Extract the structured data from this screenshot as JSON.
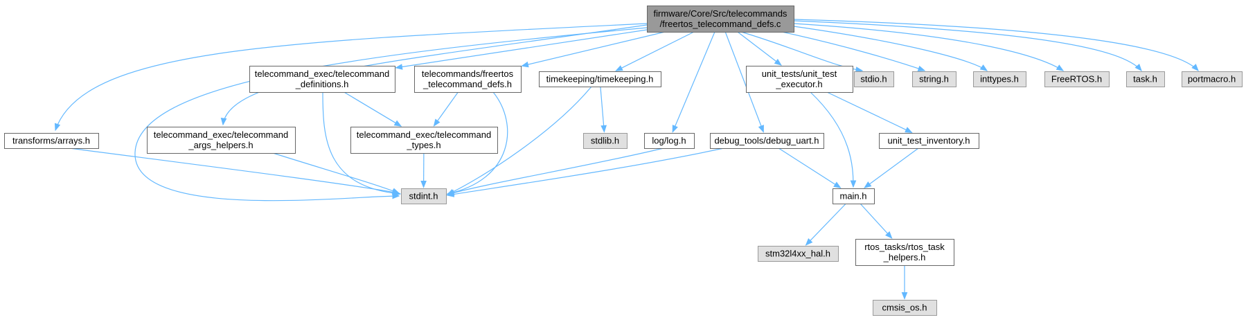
{
  "colors": {
    "root_fill": "#999999",
    "root_border": "#666666",
    "internal_fill": "#ffffff",
    "internal_border": "#666666",
    "external_fill": "#e0e0e0",
    "external_border": "#999999",
    "edge": "#63b8ff"
  },
  "nodes": [
    {
      "id": "root",
      "kind": "root",
      "lines": [
        "firmware/Core/Src/telecommands",
        "/freertos_telecommand_defs.c"
      ]
    },
    {
      "id": "tel_defs",
      "kind": "internal",
      "lines": [
        "telecommand_exec/telecommand",
        "_definitions.h"
      ]
    },
    {
      "id": "fr_tel_defs",
      "kind": "internal",
      "lines": [
        "telecommands/freertos",
        "_telecommand_defs.h"
      ]
    },
    {
      "id": "timekeeping",
      "kind": "internal",
      "lines": [
        "timekeeping/timekeeping.h"
      ]
    },
    {
      "id": "ut_exec",
      "kind": "internal",
      "lines": [
        "unit_tests/unit_test",
        "_executor.h"
      ]
    },
    {
      "id": "stdio",
      "kind": "external",
      "lines": [
        "stdio.h"
      ]
    },
    {
      "id": "string",
      "kind": "external",
      "lines": [
        "string.h"
      ]
    },
    {
      "id": "inttypes",
      "kind": "external",
      "lines": [
        "inttypes.h"
      ]
    },
    {
      "id": "freertos",
      "kind": "external",
      "lines": [
        "FreeRTOS.h"
      ]
    },
    {
      "id": "task",
      "kind": "external",
      "lines": [
        "task.h"
      ]
    },
    {
      "id": "portmacro",
      "kind": "external",
      "lines": [
        "portmacro.h"
      ]
    },
    {
      "id": "arrays",
      "kind": "internal",
      "lines": [
        "transforms/arrays.h"
      ]
    },
    {
      "id": "args_helpers",
      "kind": "internal",
      "lines": [
        "telecommand_exec/telecommand",
        "_args_helpers.h"
      ]
    },
    {
      "id": "tel_types",
      "kind": "internal",
      "lines": [
        "telecommand_exec/telecommand",
        "_types.h"
      ]
    },
    {
      "id": "stdlib",
      "kind": "external",
      "lines": [
        "stdlib.h"
      ]
    },
    {
      "id": "log",
      "kind": "internal",
      "lines": [
        "log/log.h"
      ]
    },
    {
      "id": "debug_uart",
      "kind": "internal",
      "lines": [
        "debug_tools/debug_uart.h"
      ]
    },
    {
      "id": "ut_inventory",
      "kind": "internal",
      "lines": [
        "unit_test_inventory.h"
      ]
    },
    {
      "id": "stdint",
      "kind": "external",
      "lines": [
        "stdint.h"
      ]
    },
    {
      "id": "main",
      "kind": "internal",
      "lines": [
        "main.h"
      ]
    },
    {
      "id": "hal",
      "kind": "external",
      "lines": [
        "stm32l4xx_hal.h"
      ]
    },
    {
      "id": "rtos_helpers",
      "kind": "internal",
      "lines": [
        "rtos_tasks/rtos_task",
        "_helpers.h"
      ]
    },
    {
      "id": "cmsis",
      "kind": "external",
      "lines": [
        "cmsis_os.h"
      ]
    }
  ],
  "edges": [
    {
      "from": "root",
      "to": "tel_defs"
    },
    {
      "from": "root",
      "to": "fr_tel_defs"
    },
    {
      "from": "root",
      "to": "timekeeping"
    },
    {
      "from": "root",
      "to": "ut_exec"
    },
    {
      "from": "root",
      "to": "stdio"
    },
    {
      "from": "root",
      "to": "string"
    },
    {
      "from": "root",
      "to": "inttypes"
    },
    {
      "from": "root",
      "to": "freertos"
    },
    {
      "from": "root",
      "to": "task"
    },
    {
      "from": "root",
      "to": "portmacro"
    },
    {
      "from": "root",
      "to": "arrays"
    },
    {
      "from": "root",
      "to": "args_helpers"
    },
    {
      "from": "root",
      "to": "stdint"
    },
    {
      "from": "root",
      "to": "log"
    },
    {
      "from": "root",
      "to": "debug_uart"
    },
    {
      "from": "tel_defs",
      "to": "tel_types"
    },
    {
      "from": "tel_defs",
      "to": "stdint"
    },
    {
      "from": "fr_tel_defs",
      "to": "tel_types"
    },
    {
      "from": "fr_tel_defs",
      "to": "stdint"
    },
    {
      "from": "timekeeping",
      "to": "stdlib"
    },
    {
      "from": "timekeeping",
      "to": "stdint"
    },
    {
      "from": "ut_exec",
      "to": "ut_inventory"
    },
    {
      "from": "ut_exec",
      "to": "main"
    },
    {
      "from": "arrays",
      "to": "stdint"
    },
    {
      "from": "args_helpers",
      "to": "stdint"
    },
    {
      "from": "tel_types",
      "to": "stdint"
    },
    {
      "from": "log",
      "to": "stdint"
    },
    {
      "from": "debug_uart",
      "to": "stdint"
    },
    {
      "from": "debug_uart",
      "to": "main"
    },
    {
      "from": "ut_inventory",
      "to": "main"
    },
    {
      "from": "main",
      "to": "hal"
    },
    {
      "from": "main",
      "to": "rtos_helpers"
    },
    {
      "from": "rtos_helpers",
      "to": "cmsis"
    }
  ]
}
